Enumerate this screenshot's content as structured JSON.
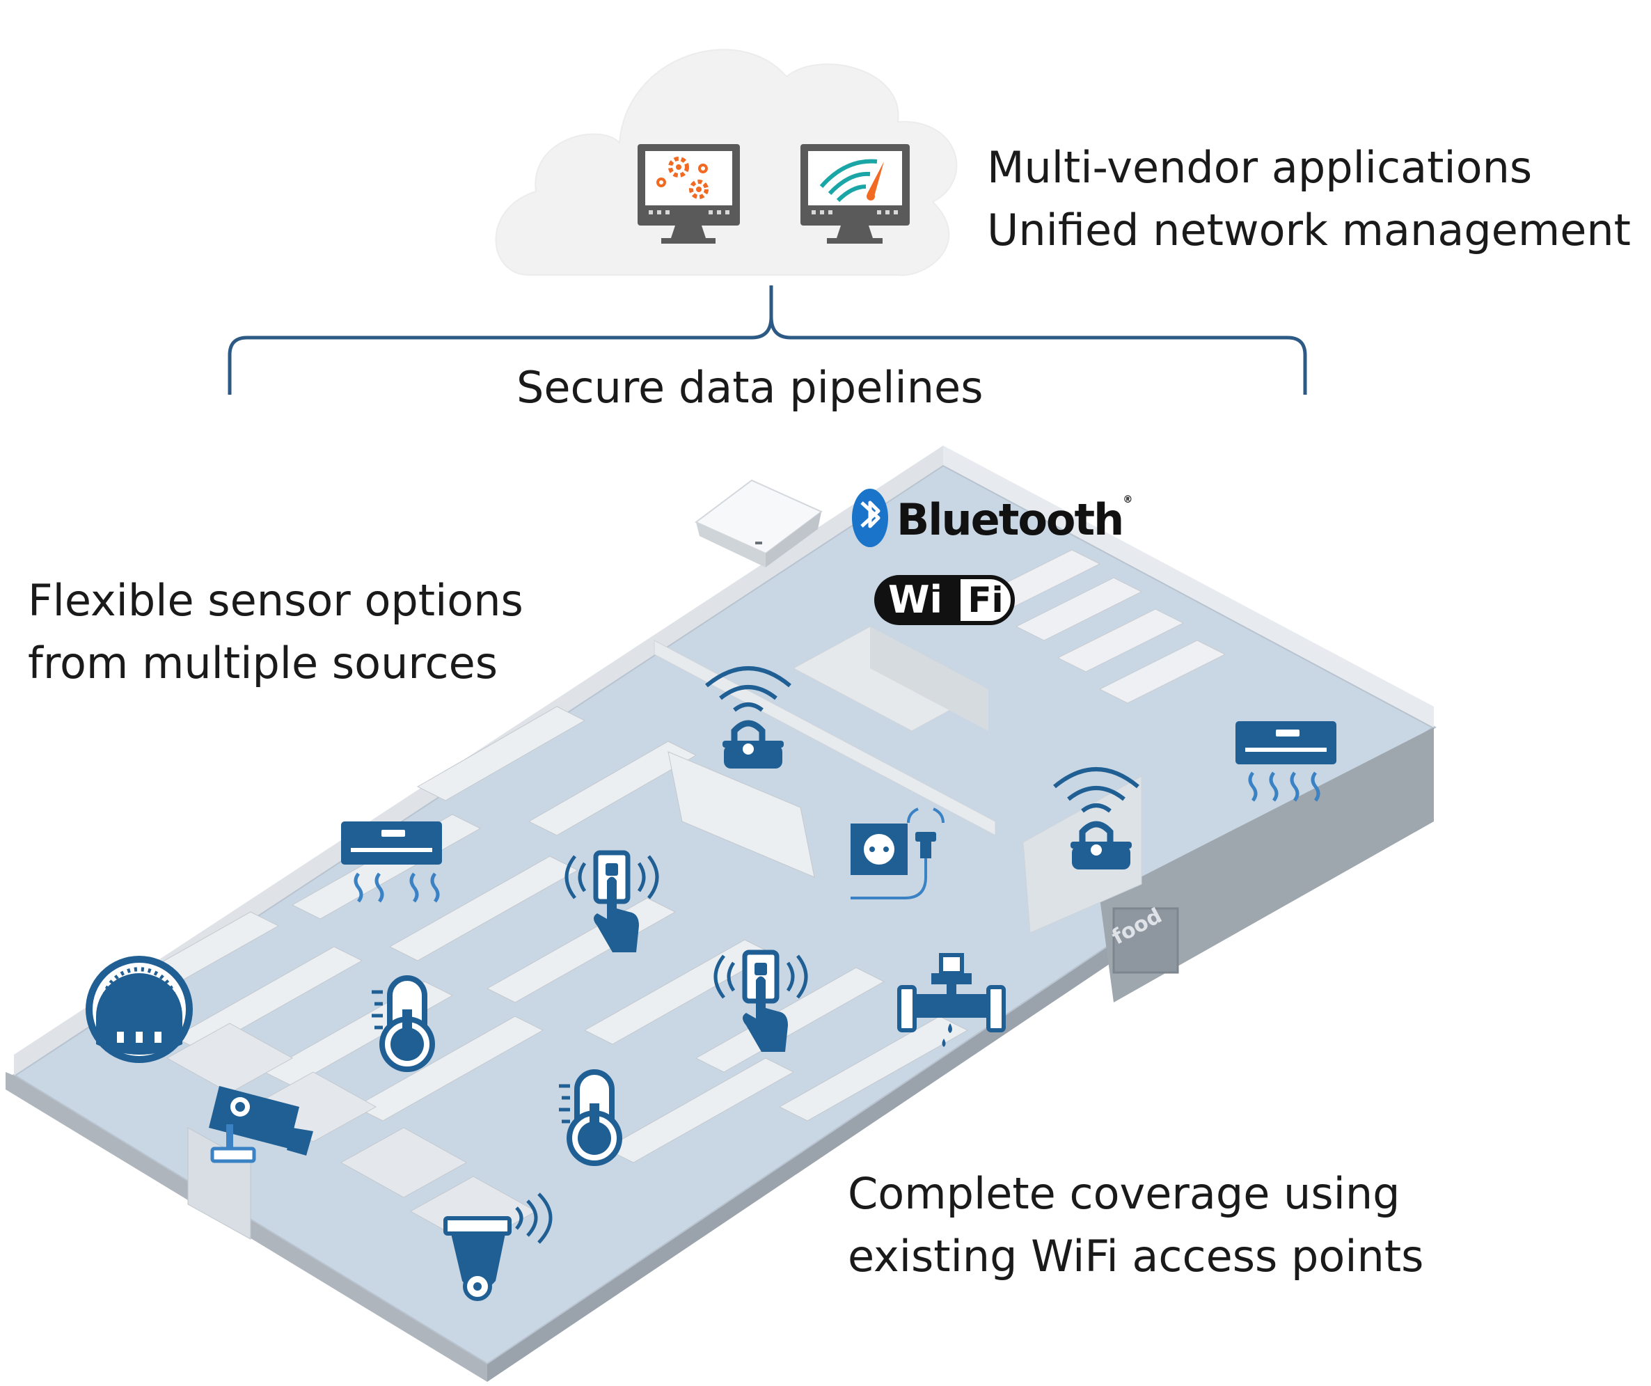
{
  "cloud": {
    "line1": "Multi-vendor applications",
    "line2": "Unified network management"
  },
  "pipelines": {
    "label": "Secure data pipelines"
  },
  "sensors": {
    "line1": "Flexible sensor options",
    "line2": "from multiple sources"
  },
  "coverage": {
    "line1": "Complete coverage using",
    "line2": "existing WiFi access points"
  },
  "badges": {
    "bluetooth": "Bluetooth",
    "registered": "®",
    "wifi_left": "Wi",
    "wifi_right": "Fi"
  },
  "store_sign": "food",
  "colors": {
    "icon_blue": "#1f5f94",
    "icon_light_blue": "#3b82c4",
    "bracket": "#2c5a84",
    "accent_orange": "#f26a22",
    "accent_teal": "#1aa6a6",
    "floor": "#c9d6e3",
    "wall": "#b7bec6",
    "cloud": "#f2f2f2"
  },
  "icons": [
    "config-monitor-icon",
    "dashboard-monitor-icon",
    "access-point-device",
    "bluetooth-icon",
    "wifi-icon",
    "air-conditioner-icon",
    "gauge-meter-icon",
    "security-camera-icon",
    "dome-camera-icon",
    "thermometer-icon",
    "touch-button-sensor-icon",
    "wireless-lock-icon",
    "power-outlet-icon",
    "water-valve-leak-icon"
  ]
}
